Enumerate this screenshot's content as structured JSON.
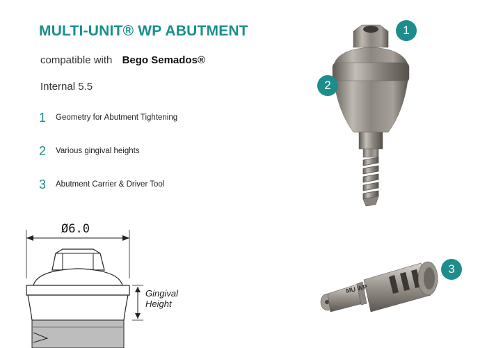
{
  "title": "MULTI-UNIT® WP ABUTMENT",
  "compat_prefix": "compatible with",
  "compat_brand": "Bego Semados®",
  "internal": "Internal 5.5",
  "features": [
    {
      "num": "1",
      "text": "Geometry for Abutment Tightening"
    },
    {
      "num": "2",
      "text": "Various gingival heights"
    },
    {
      "num": "3",
      "text": "Abutment Carrier & Driver Tool"
    }
  ],
  "badges": [
    "1",
    "2",
    "3"
  ],
  "drawing": {
    "diameter": "Ø6.0",
    "gingival_line1": "Gingival",
    "gingival_line2": "Height"
  },
  "tool_label": "MU WP",
  "colors": {
    "accent": "#1a8f8b",
    "badge": "#1f8c8c"
  }
}
